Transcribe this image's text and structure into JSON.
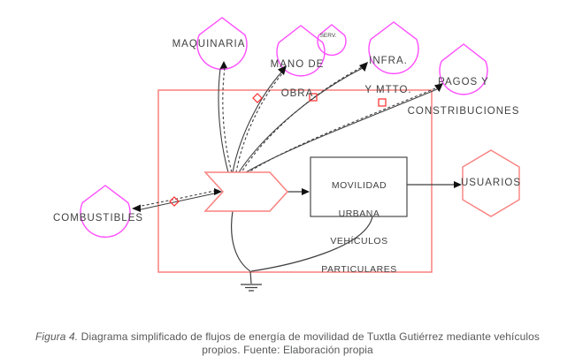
{
  "diagram": {
    "sources": {
      "maquinaria": "MAQUINARIA",
      "mano_line1": "MANO DE",
      "mano_line2": "OBRA",
      "serv": "SERV.",
      "infra_line1": "INFRA.",
      "infra_line2": "Y MTTO.",
      "pagos_line1": "PAGOS Y",
      "pagos_line2": "CONSTRIBUCIONES",
      "combustibles": "COMBUSTIBLES"
    },
    "process_box": {
      "line1": "MOVILIDAD",
      "line2": "URBANA",
      "line3": "VEHÍCULOS",
      "line4": "PARTICULARES"
    },
    "consumer": "USUARIOS",
    "colors": {
      "source_outline": "#ff4dff",
      "system_boundary": "#f9817f",
      "interaction_arrow": "#f9817f",
      "consumer_hexagon": "#f9817f",
      "transaction_marker": "#ff2b2b",
      "flow_line": "#3f3f3f",
      "process_box_outline": "#4a4a4a"
    }
  },
  "caption": {
    "figure_label": "Figura 4.",
    "text": "Diagrama simplificado de flujos de energía de movilidad de Tuxtla Gutiérrez mediante vehículos propios. Fuente: Elaboración propia"
  }
}
